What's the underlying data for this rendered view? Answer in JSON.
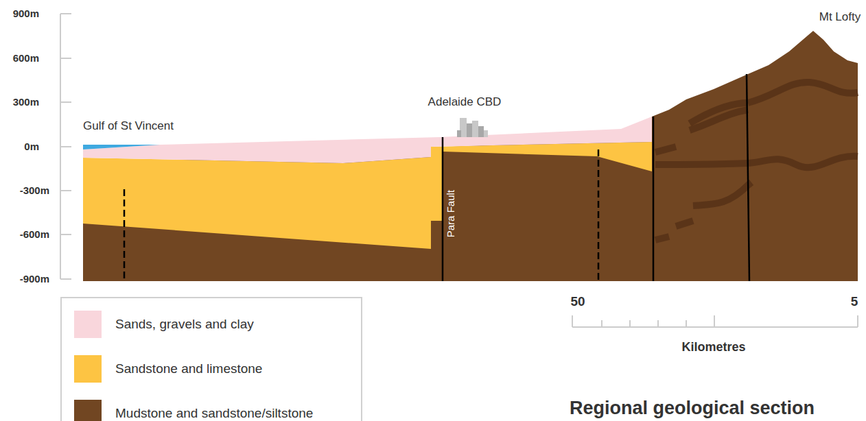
{
  "diagram": {
    "title": "Regional geological section",
    "labels": [
      "900m",
      "600m",
      "300m",
      "0m",
      "-300m",
      "-600m",
      "-900m",
      "Mt Lofty",
      "Gulf of St Vincent",
      "Adelaide CBD",
      "Para Fault",
      "50",
      "5",
      "Kilometres"
    ],
    "legend": [
      {
        "text": "Sands, gravels and clay",
        "color": "#f9d6dc"
      },
      {
        "text": "Sandstone and limestone",
        "color": "#fdc443"
      },
      {
        "text": "Mudstone and sandstone/siltstone",
        "color": "#714622"
      }
    ]
  }
}
